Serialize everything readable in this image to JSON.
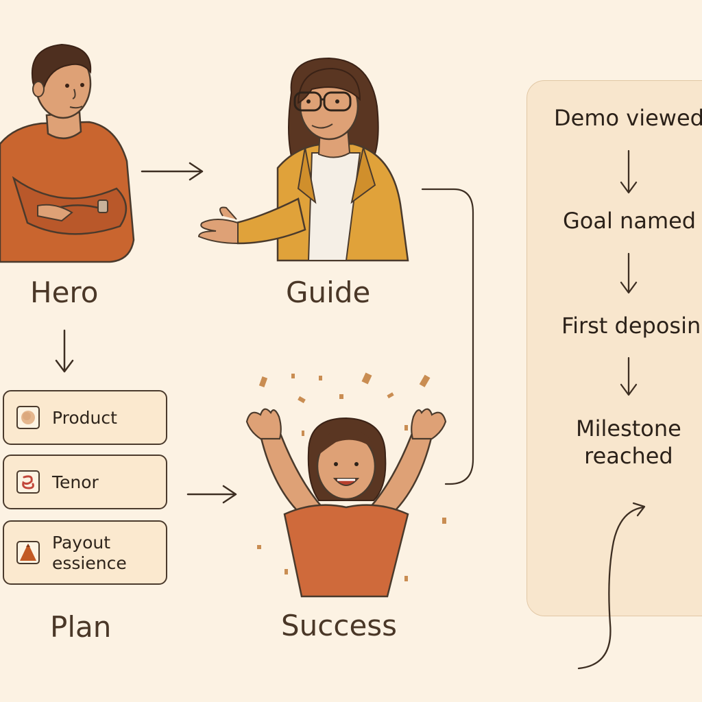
{
  "characters": {
    "hero": "Hero",
    "guide": "Guide",
    "plan": "Plan",
    "success": "Success"
  },
  "plan_items": [
    {
      "label": "Product",
      "icon": "swatch-icon"
    },
    {
      "label": "Tenor",
      "icon": "swirl-icon"
    },
    {
      "label": "Payout\nessience",
      "icon": "volcano-icon"
    }
  ],
  "journey_steps": [
    "Demo viewed",
    "Goal named",
    "First deposin",
    "Milestone\nreached"
  ],
  "colors": {
    "background": "#fcf2e3",
    "hero_sweater": "#c9652f",
    "guide_jacket": "#e0a23a",
    "success_shirt": "#cf6a3b",
    "panel": "#f8e6cd",
    "stroke": "#4a3a2c"
  }
}
